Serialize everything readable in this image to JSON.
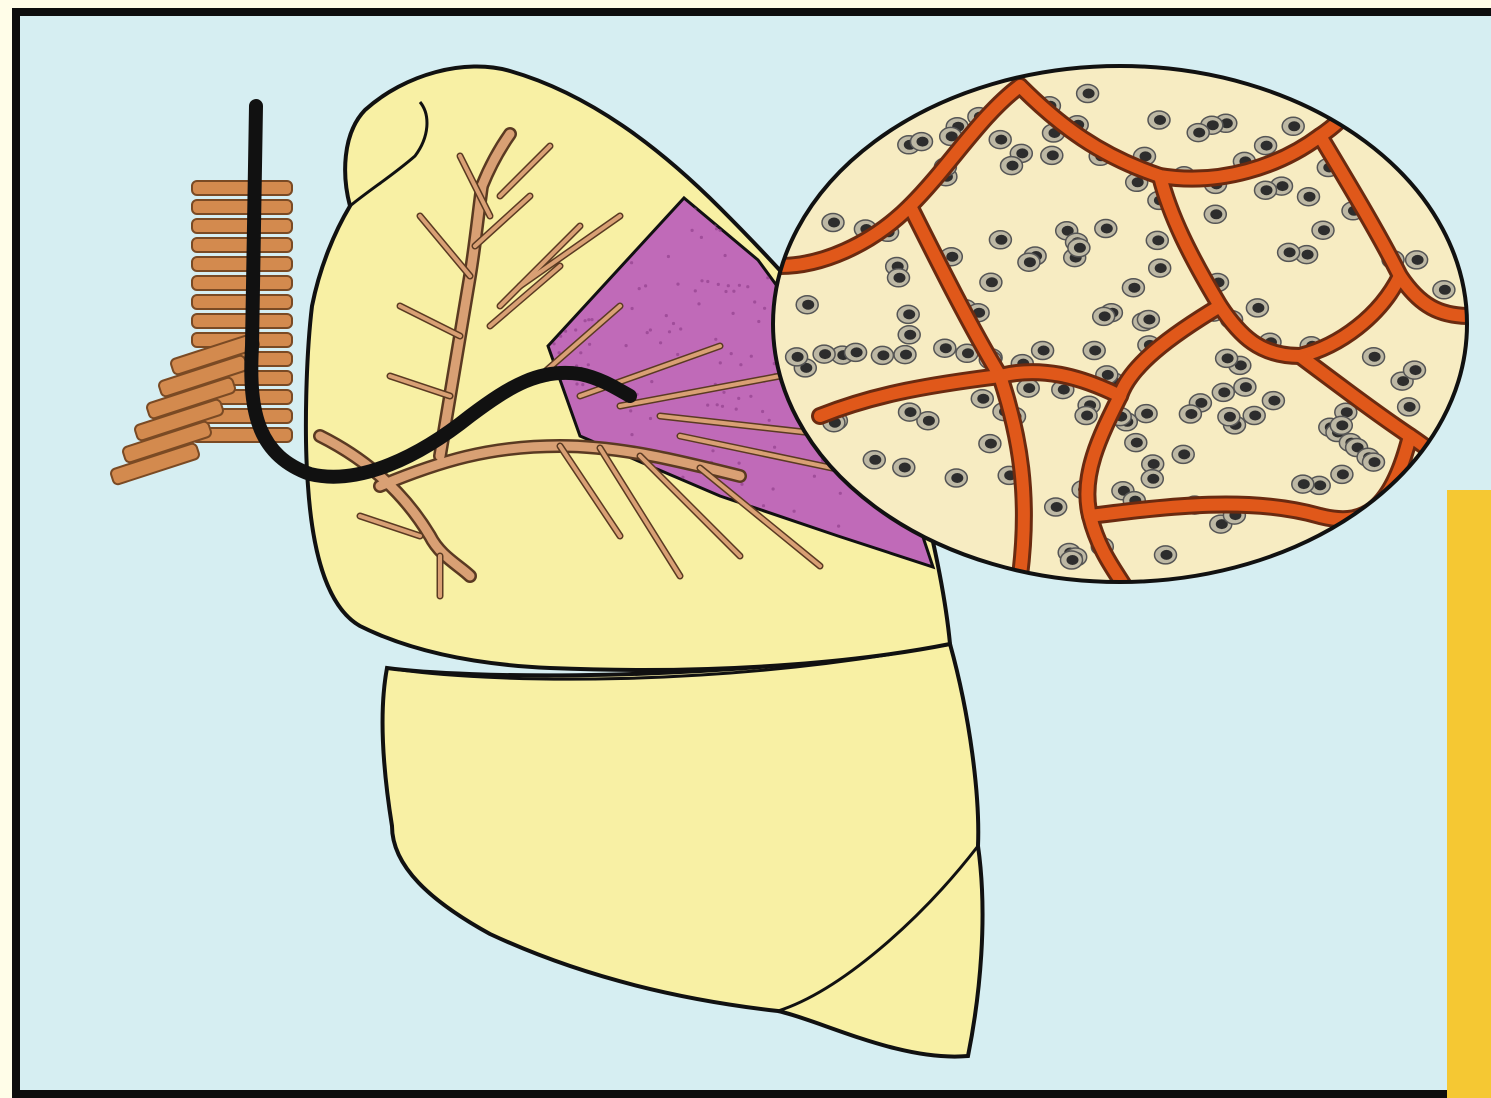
{
  "figure": {
    "subject": "lung-with-bronchoscope-and-alveoli-magnification",
    "colors": {
      "background": "#d6eef2",
      "lung_fill": "#f8f0a4",
      "outline": "#111111",
      "trachea": "#d38a4e",
      "bronchial_tree": "#d9a074",
      "bronchoscope": "#111111",
      "affected_segment": "#c06ab8",
      "capillary_network": "#e0581a",
      "alveolar_tissue": "#f7ecc2",
      "cell_nuclei": "#3a3a3a",
      "sidebar_accent": "#f5c833"
    },
    "parts": [
      "trachea",
      "bronchoscope",
      "upper-lobe",
      "middle-lobe",
      "lower-lobe",
      "bronchial-tree",
      "highlighted-segment",
      "magnified-alveoli-inset"
    ]
  }
}
